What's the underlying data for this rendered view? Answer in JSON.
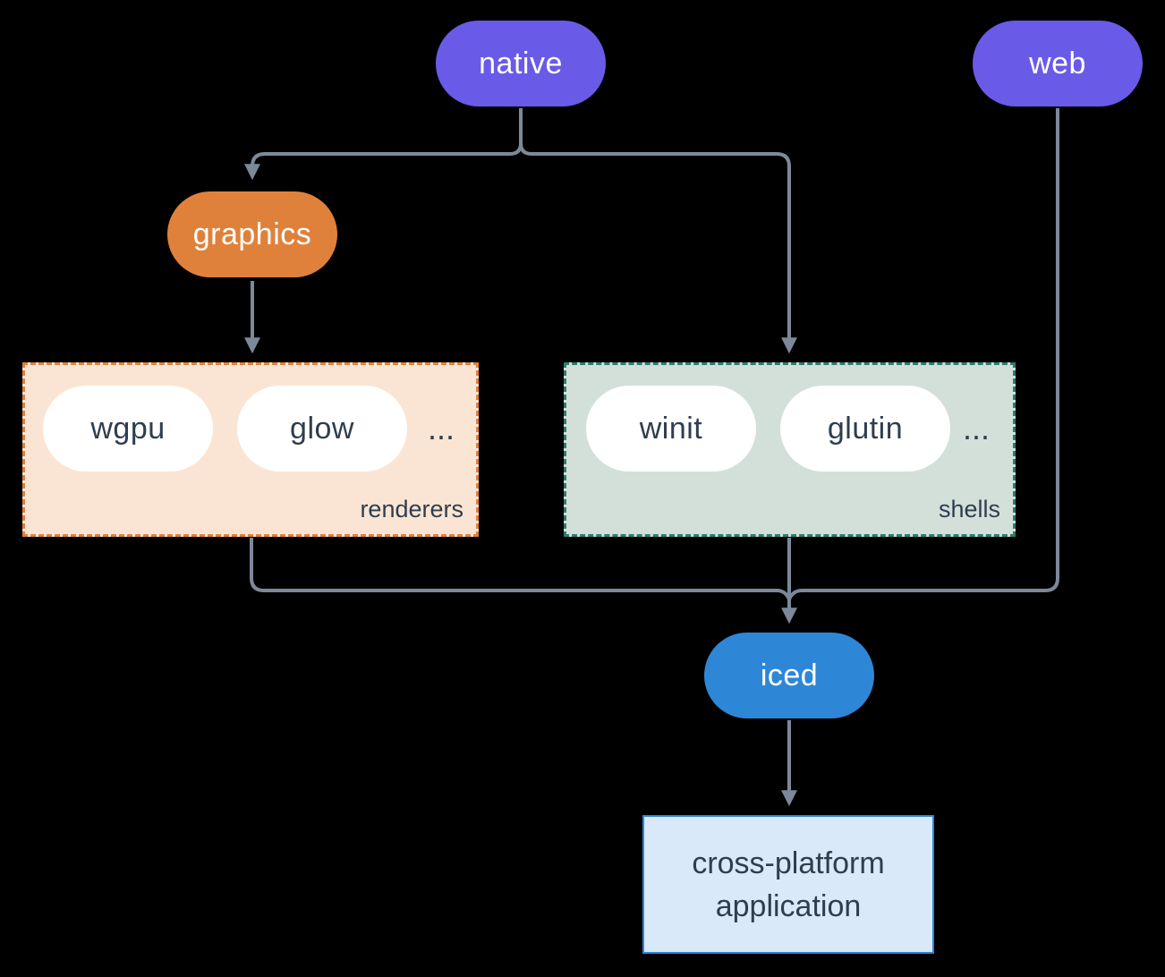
{
  "diagram": {
    "nodes": {
      "native": "native",
      "web": "web",
      "graphics": "graphics",
      "iced": "iced",
      "wgpu": "wgpu",
      "glow": "glow",
      "winit": "winit",
      "glutin": "glutin"
    },
    "groups": {
      "renderers": {
        "label": "renderers",
        "ellipsis": "..."
      },
      "shells": {
        "label": "shells",
        "ellipsis": "..."
      }
    },
    "application": {
      "line1": "cross-platform",
      "line2": "application"
    },
    "colors": {
      "background": "#000000",
      "platform_pill": "#6A5AE8",
      "graphics_pill": "#E0813B",
      "iced_pill": "#2E86D7",
      "library_pill": "#FFFFFF",
      "renderers_bg": "#FAE5D4",
      "renderers_border": "#E0813B",
      "shells_bg": "#D3E0DA",
      "shells_border": "#2E7D6E",
      "application_bg": "#D9E9F9",
      "application_border": "#2E86D7",
      "connector": "#7C8999",
      "dark_text": "#2F3E4E"
    }
  }
}
